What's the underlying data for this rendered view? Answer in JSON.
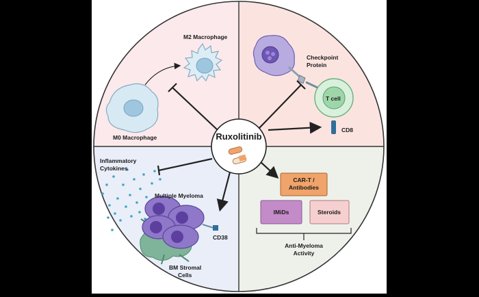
{
  "center": {
    "title": "Ruxolitinib"
  },
  "quadrants": {
    "top_left": {
      "m2_label": "M2 Macrophage",
      "m0_label": "M0 Macrophage"
    },
    "top_right": {
      "checkpoint_label_line1": "Checkpoint",
      "checkpoint_label_line2": "Protein",
      "tcell_label": "T cell",
      "cd8_label": "CD8"
    },
    "bottom_left": {
      "cytokines_line1": "Inflammatory",
      "cytokines_line2": "Cytokines",
      "myeloma_label": "Multiple Myeloma",
      "cd38_label": "CD38",
      "stromal_line1": "BM Stromal",
      "stromal_line2": "Cells"
    },
    "bottom_right": {
      "cart_line1": "CAR-T /",
      "cart_line2": "Antibodies",
      "imids_label": "IMiDs",
      "steroids_label": "Steroids",
      "anti_line1": "Anti-Myeloma",
      "anti_line2": "Activity"
    }
  },
  "colors": {
    "top_left_bg": "#fbe9ec",
    "top_right_bg": "#fbe4e0",
    "bottom_left_bg": "#e9eef8",
    "bottom_right_bg": "#eef1ea",
    "cart_box": "#f0a36a",
    "imids_box": "#c48bc9",
    "steroids_box": "#f6cfd0",
    "tcell": "#bfe6c8",
    "myeloma": "#8f77c9"
  }
}
